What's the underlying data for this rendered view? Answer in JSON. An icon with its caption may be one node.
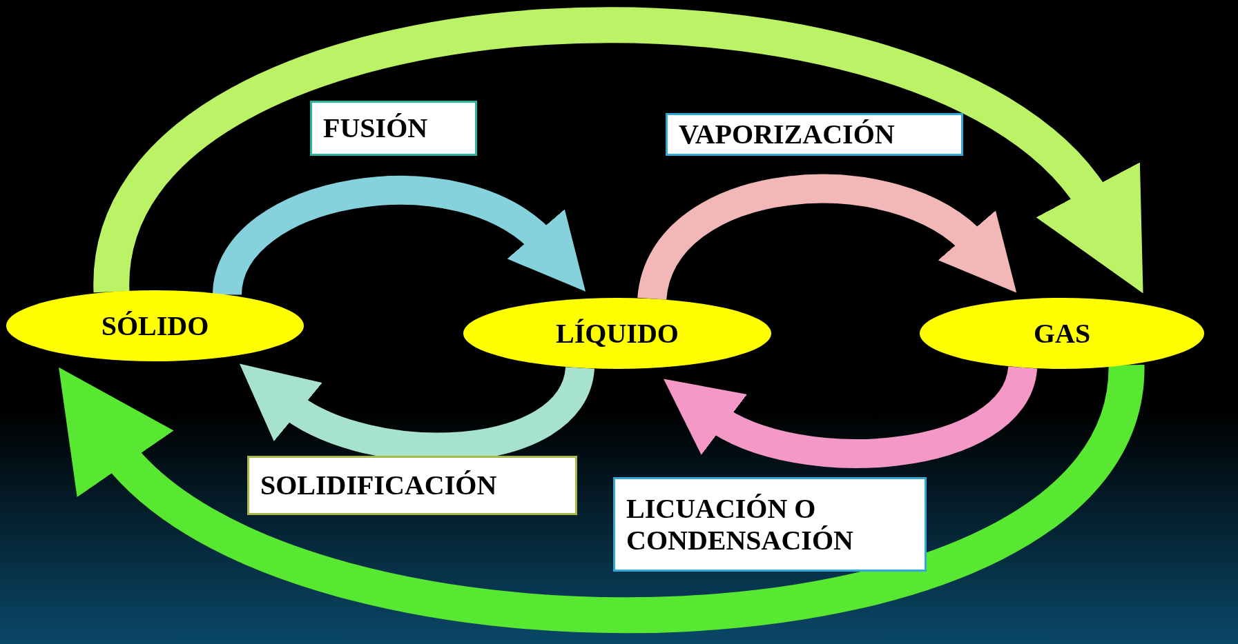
{
  "diagram": {
    "nodes": [
      {
        "text": [
          "FUSIÓN"
        ]
      },
      {
        "text": [
          "VAPORIZACIÓN"
        ]
      },
      {
        "text": [
          "SÓLIDO"
        ]
      },
      {
        "text": [
          "LÍQUIDO"
        ]
      },
      {
        "text": [
          "GAS"
        ]
      },
      {
        "text": [
          "SOLIDIFICACIÓN"
        ]
      },
      {
        "text": [
          "LICUACIÓN O CONDENSACIÓN"
        ]
      }
    ],
    "edges": [
      {
        "from": 2,
        "to": 3,
        "arrow": "to",
        "color": "#86d2dc"
      },
      {
        "from": 3,
        "to": 2,
        "arrow": "to",
        "color": "#a6e2cc"
      },
      {
        "from": 3,
        "to": 4,
        "arrow": "to",
        "color": "#f2b8b8"
      },
      {
        "from": 4,
        "to": 3,
        "arrow": "to",
        "color": "#f498c8"
      },
      {
        "from": 2,
        "to": 4,
        "arrow": "to",
        "color": "#bcf266"
      },
      {
        "from": 4,
        "to": 2,
        "arrow": "to",
        "color": "#58e832"
      }
    ]
  }
}
